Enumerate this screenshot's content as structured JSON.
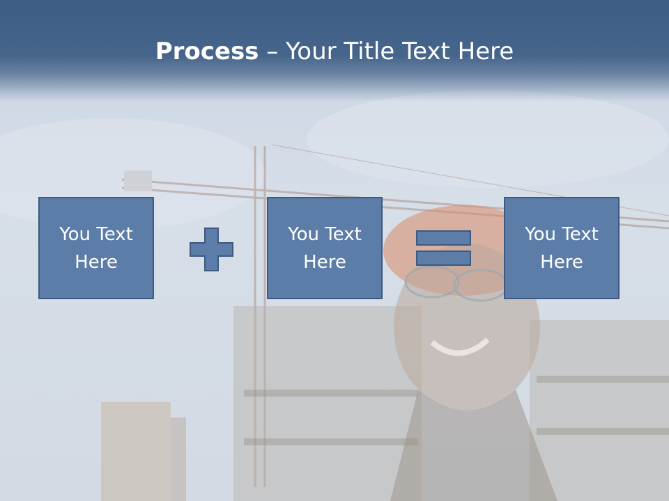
{
  "title": {
    "strong": "Process",
    "rest": " – Your Title Text Here"
  },
  "boxes": [
    {
      "text": "You Text Here"
    },
    {
      "text": "You Text Here"
    },
    {
      "text": "You Text Here"
    }
  ],
  "operators": [
    "plus-icon",
    "equals-icon"
  ],
  "colors": {
    "header": "#3e5d85",
    "box_fill": "#5b7da7",
    "box_border": "#3d5a80",
    "text": "#ffffff"
  }
}
